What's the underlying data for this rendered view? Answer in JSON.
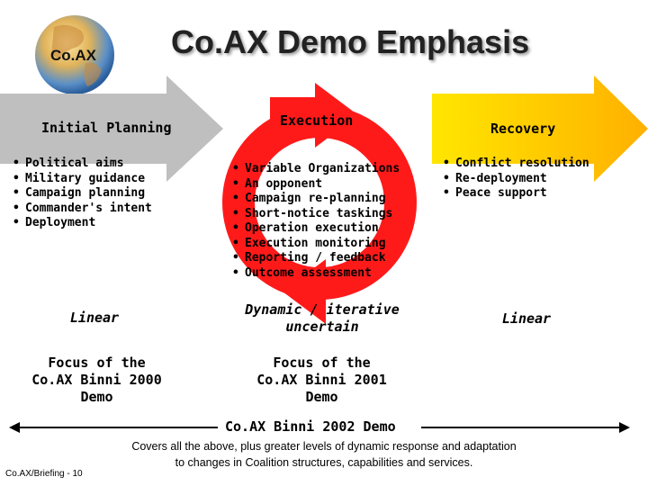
{
  "title": "Co.AX Demo Emphasis",
  "logo_label": "Co.AX",
  "phases": {
    "planning": {
      "heading": "Initial Planning",
      "bullets": [
        "Political aims",
        "Military guidance",
        "Campaign planning",
        "Commander's intent",
        "Deployment"
      ],
      "mode": "Linear",
      "focus": [
        "Focus of the",
        "Co.AX Binni 2000",
        "Demo"
      ],
      "color": "#bfbfbf"
    },
    "execution": {
      "heading": "Execution",
      "bullets": [
        "Variable Organizations",
        "An opponent",
        "Campaign re-planning",
        "Short-notice taskings",
        "Operation execution",
        "Execution monitoring",
        "Reporting / feedback",
        "Outcome assessment"
      ],
      "mode": [
        "Dynamic / iterative",
        "uncertain"
      ],
      "focus": [
        "Focus of the",
        "Co.AX Binni 2001",
        "Demo"
      ],
      "color": "#ff1a1a"
    },
    "recovery": {
      "heading": "Recovery",
      "bullets": [
        "Conflict resolution",
        "Re-deployment",
        "Peace support"
      ],
      "mode": "Linear",
      "color": "#ffcc00"
    }
  },
  "timeline_label": "Co.AX Binni 2002 Demo",
  "covers": [
    "Covers all the above, plus greater levels of dynamic response and adaptation",
    "to changes in Coalition structures, capabilities and services."
  ],
  "footer": "Co.AX/Briefing - 10"
}
